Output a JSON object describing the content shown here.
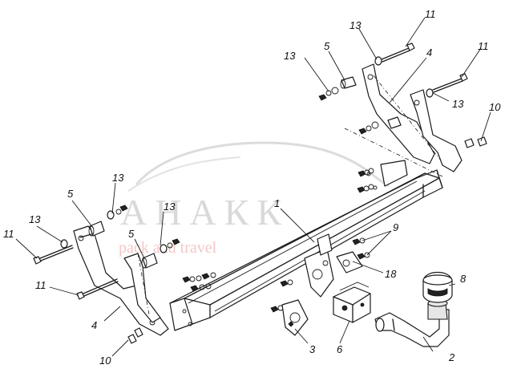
{
  "watermark": {
    "brand": "АНАКК",
    "tagline": "pack and travel"
  },
  "labels": [
    {
      "id": "l11a",
      "text": "11"
    },
    {
      "id": "l13a",
      "text": "13"
    },
    {
      "id": "l5a",
      "text": "5"
    },
    {
      "id": "l4a",
      "text": "4"
    },
    {
      "id": "l11b",
      "text": "11"
    },
    {
      "id": "l13b",
      "text": "13"
    },
    {
      "id": "l13c",
      "text": "13"
    },
    {
      "id": "l10a",
      "text": "10"
    },
    {
      "id": "l13d",
      "text": "13"
    },
    {
      "id": "l5b",
      "text": "5"
    },
    {
      "id": "l13e",
      "text": "13"
    },
    {
      "id": "l11c",
      "text": "11"
    },
    {
      "id": "l13f",
      "text": "13"
    },
    {
      "id": "l1",
      "text": "1"
    },
    {
      "id": "l5c",
      "text": "5"
    },
    {
      "id": "l9",
      "text": "9"
    },
    {
      "id": "l11d",
      "text": "11"
    },
    {
      "id": "l18",
      "text": "18"
    },
    {
      "id": "l8",
      "text": "8"
    },
    {
      "id": "l4b",
      "text": "4"
    },
    {
      "id": "l10b",
      "text": "10"
    },
    {
      "id": "l3",
      "text": "3"
    },
    {
      "id": "l6",
      "text": "6"
    },
    {
      "id": "l2",
      "text": "2"
    }
  ]
}
